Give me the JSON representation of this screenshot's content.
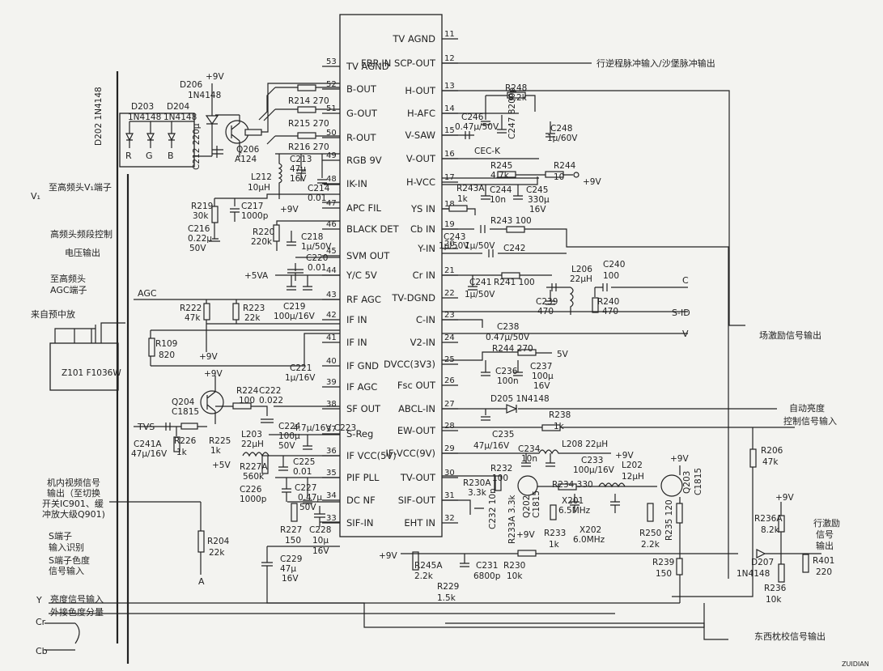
{
  "chip": {
    "left_pins": [
      {
        "num": "53",
        "label": "TV AGND"
      },
      {
        "num": "52",
        "label": "B-OUT"
      },
      {
        "num": "51",
        "label": "G-OUT"
      },
      {
        "num": "50",
        "label": "R-OUT"
      },
      {
        "num": "49",
        "label": "RGB 9V"
      },
      {
        "num": "48",
        "label": "IK-IN"
      },
      {
        "num": "47",
        "label": "APC FIL"
      },
      {
        "num": "46",
        "label": "BLACK DET"
      },
      {
        "num": "45",
        "label": "SVM OUT"
      },
      {
        "num": "44",
        "label": "Y/C 5V"
      },
      {
        "num": "43",
        "label": "RF AGC"
      },
      {
        "num": "42",
        "label": "IF IN"
      },
      {
        "num": "41",
        "label": "IF IN"
      },
      {
        "num": "40",
        "label": "IF GND"
      },
      {
        "num": "39",
        "label": "IF AGC"
      },
      {
        "num": "38",
        "label": "SF OUT"
      },
      {
        "num": "37",
        "label": "S-Reg"
      },
      {
        "num": "36",
        "label": "IF VCC(5V)"
      },
      {
        "num": "35",
        "label": "PIF PLL"
      },
      {
        "num": "34",
        "label": "DC NF"
      },
      {
        "num": "33",
        "label": "SIF-IN"
      }
    ],
    "right_pins": [
      {
        "num": "11",
        "label": "TV AGND"
      },
      {
        "num": "12",
        "label": "FBP-IN SCP-OUT"
      },
      {
        "num": "13",
        "label": "H-OUT"
      },
      {
        "num": "14",
        "label": "H-AFC"
      },
      {
        "num": "15",
        "label": "V-SAW"
      },
      {
        "num": "16",
        "label": "V-OUT"
      },
      {
        "num": "17",
        "label": "H-VCC"
      },
      {
        "num": "18",
        "label": "YS IN"
      },
      {
        "num": "19",
        "label": "Cb IN"
      },
      {
        "num": "20",
        "label": "Y-IN"
      },
      {
        "num": "21",
        "label": "Cr IN"
      },
      {
        "num": "22",
        "label": "TV-DGND"
      },
      {
        "num": "23",
        "label": "C-IN"
      },
      {
        "num": "24",
        "label": "V2-IN"
      },
      {
        "num": "25",
        "label": "DVCC(3V3)"
      },
      {
        "num": "26",
        "label": "Fsc OUT"
      },
      {
        "num": "27",
        "label": "ABCL-IN"
      },
      {
        "num": "28",
        "label": "EW-OUT"
      },
      {
        "num": "29",
        "label": "IF-VCC(9V)"
      },
      {
        "num": "30",
        "label": "TV-OUT"
      },
      {
        "num": "31",
        "label": "SIF-OUT"
      },
      {
        "num": "32",
        "label": "EHT IN"
      }
    ]
  },
  "signals": [
    {
      "id": "flyback",
      "text": "行逆程脉冲输入/沙堡脉冲输出"
    },
    {
      "id": "vt",
      "text": "至高频头V₁端子"
    },
    {
      "id": "vt_sym",
      "text": "V₁"
    },
    {
      "id": "band1",
      "text": "高频头频段控制"
    },
    {
      "id": "band2",
      "text": "电压输出"
    },
    {
      "id": "agc1",
      "text": "至高频头"
    },
    {
      "id": "agc2",
      "text": "AGC端子"
    },
    {
      "id": "agc",
      "text": "AGC"
    },
    {
      "id": "preamp",
      "text": "来自预中放"
    },
    {
      "id": "field",
      "text": "场激励信号输出"
    },
    {
      "id": "abl1",
      "text": "自动亮度"
    },
    {
      "id": "abl2",
      "text": "控制信号输入"
    },
    {
      "id": "hdrv1",
      "text": "行激励"
    },
    {
      "id": "hdrv2",
      "text": "信号"
    },
    {
      "id": "hdrv3",
      "text": "输出"
    },
    {
      "id": "ew",
      "text": "东西枕校信号输出"
    },
    {
      "id": "vid1",
      "text": "机内视频信号"
    },
    {
      "id": "vid2",
      "text": "输出（至切换"
    },
    {
      "id": "vid3",
      "text": "开关IC901、缓"
    },
    {
      "id": "vid4",
      "text": "冲放大级Q901)"
    },
    {
      "id": "sid1",
      "text": "S端子"
    },
    {
      "id": "sid2",
      "text": "输入识别"
    },
    {
      "id": "sc1",
      "text": "S端子色度"
    },
    {
      "id": "sc2",
      "text": "信号输入"
    },
    {
      "id": "luma",
      "text": "亮度信号输入"
    },
    {
      "id": "ext",
      "text": "外接色度分量"
    },
    {
      "id": "Y",
      "text": "Y"
    },
    {
      "id": "Cr",
      "text": "Cr"
    },
    {
      "id": "Cb",
      "text": "Cb"
    },
    {
      "id": "C",
      "text": "C"
    },
    {
      "id": "SID",
      "text": "S-ID"
    },
    {
      "id": "V",
      "text": "V"
    },
    {
      "id": "A",
      "text": "A"
    },
    {
      "id": "TVS",
      "text": "TVS"
    },
    {
      "id": "R",
      "text": "R"
    },
    {
      "id": "G",
      "text": "G"
    },
    {
      "id": "B",
      "text": "B"
    },
    {
      "id": "watermark",
      "text": "ZUIDIAN"
    }
  ],
  "components": [
    {
      "id": "D206",
      "text": "D206"
    },
    {
      "id": "D206v",
      "text": "1N4148"
    },
    {
      "id": "D203",
      "text": "D203"
    },
    {
      "id": "D203v",
      "text": "1N4148"
    },
    {
      "id": "D204",
      "text": "D204"
    },
    {
      "id": "D204v",
      "text": "1N4148"
    },
    {
      "id": "D202",
      "text": "D202 1N4148"
    },
    {
      "id": "C212",
      "text": "C212 220μ"
    },
    {
      "id": "Q206",
      "text": "Q206"
    },
    {
      "id": "Q206v",
      "text": "A124"
    },
    {
      "id": "R214",
      "text": "R214 270"
    },
    {
      "id": "R215",
      "text": "R215 270"
    },
    {
      "id": "R216",
      "text": "R216 270"
    },
    {
      "id": "L212",
      "text": "L212"
    },
    {
      "id": "L212v",
      "text": "10μH"
    },
    {
      "id": "C213",
      "text": "C213"
    },
    {
      "id": "C213v",
      "text": "47μ"
    },
    {
      "id": "C213v2",
      "text": "16V"
    },
    {
      "id": "C214",
      "text": "C214"
    },
    {
      "id": "C214v",
      "text": "0.01"
    },
    {
      "id": "R219",
      "text": "R219"
    },
    {
      "id": "R219v",
      "text": "30k"
    },
    {
      "id": "C217",
      "text": "C217"
    },
    {
      "id": "C217v",
      "text": "1000p"
    },
    {
      "id": "C216",
      "text": "C216"
    },
    {
      "id": "C216v",
      "text": "0.22μ"
    },
    {
      "id": "C216v2",
      "text": "50V"
    },
    {
      "id": "R220",
      "text": "R220"
    },
    {
      "id": "R220v",
      "text": "220k"
    },
    {
      "id": "C218",
      "text": "C218"
    },
    {
      "id": "C218v",
      "text": "1μ/50V"
    },
    {
      "id": "C220",
      "text": "C220"
    },
    {
      "id": "C220v",
      "text": "0.01"
    },
    {
      "id": "C219",
      "text": "C219"
    },
    {
      "id": "C219v",
      "text": "100μ/16V"
    },
    {
      "id": "R222",
      "text": "R222"
    },
    {
      "id": "R222v",
      "text": "47k"
    },
    {
      "id": "R223",
      "text": "R223"
    },
    {
      "id": "R223v",
      "text": "22k"
    },
    {
      "id": "R109",
      "text": "R109"
    },
    {
      "id": "R109v",
      "text": "820"
    },
    {
      "id": "Z101",
      "text": "Z101 F1036W"
    },
    {
      "id": "C221",
      "text": "C221"
    },
    {
      "id": "C221v",
      "text": "1μ/16V"
    },
    {
      "id": "R224",
      "text": "R224"
    },
    {
      "id": "R224v",
      "text": "100"
    },
    {
      "id": "C222",
      "text": "C222"
    },
    {
      "id": "C222v",
      "text": "0.022"
    },
    {
      "id": "Q204",
      "text": "Q204"
    },
    {
      "id": "Q204v",
      "text": "C1815"
    },
    {
      "id": "C224",
      "text": "C224"
    },
    {
      "id": "C224v",
      "text": "100μ"
    },
    {
      "id": "C224v2",
      "text": "50V"
    },
    {
      "id": "C223",
      "text": "4.7μ/16V C223"
    },
    {
      "id": "L203",
      "text": "L203"
    },
    {
      "id": "L203v",
      "text": "22μH"
    },
    {
      "id": "C225",
      "text": "C225"
    },
    {
      "id": "C225v",
      "text": "0.01"
    },
    {
      "id": "R227A",
      "text": "R227A"
    },
    {
      "id": "R227Av",
      "text": "560k"
    },
    {
      "id": "C226",
      "text": "C226"
    },
    {
      "id": "C226v",
      "text": "1000p"
    },
    {
      "id": "C227",
      "text": "C227"
    },
    {
      "id": "C227v",
      "text": "0.47μ"
    },
    {
      "id": "C227v2",
      "text": "50V"
    },
    {
      "id": "R227",
      "text": "R227"
    },
    {
      "id": "R227v",
      "text": "150"
    },
    {
      "id": "C228",
      "text": "C228"
    },
    {
      "id": "C228v",
      "text": "10μ"
    },
    {
      "id": "C228v2",
      "text": "16V"
    },
    {
      "id": "C241A",
      "text": "C241A"
    },
    {
      "id": "C241Av",
      "text": "47μ/16V"
    },
    {
      "id": "R226",
      "text": "R226"
    },
    {
      "id": "R226v",
      "text": "1k"
    },
    {
      "id": "R225",
      "text": "R225"
    },
    {
      "id": "R225v",
      "text": "1k"
    },
    {
      "id": "R204",
      "text": "R204"
    },
    {
      "id": "R204v",
      "text": "22k"
    },
    {
      "id": "C229",
      "text": "C229"
    },
    {
      "id": "C229v",
      "text": "47μ"
    },
    {
      "id": "C229v2",
      "text": "16V"
    },
    {
      "id": "R248",
      "text": "R248"
    },
    {
      "id": "R248v",
      "text": "8.2k"
    },
    {
      "id": "C246",
      "text": "C246"
    },
    {
      "id": "C246v",
      "text": "0.47μ/50V"
    },
    {
      "id": "C247",
      "text": "C247 8200p"
    },
    {
      "id": "C248",
      "text": "C248"
    },
    {
      "id": "C248v",
      "text": "1μ/60V"
    },
    {
      "id": "CEC",
      "text": "CEC-K"
    },
    {
      "id": "R245",
      "text": "R245"
    },
    {
      "id": "R245v",
      "text": "4.7k"
    },
    {
      "id": "R244",
      "text": "R244"
    },
    {
      "id": "R244v",
      "text": "10"
    },
    {
      "id": "R243A",
      "text": "R243A"
    },
    {
      "id": "R243Av",
      "text": "1k"
    },
    {
      "id": "C244",
      "text": "C244"
    },
    {
      "id": "C244v",
      "text": "10n"
    },
    {
      "id": "C245",
      "text": "C245"
    },
    {
      "id": "C245v",
      "text": "330μ"
    },
    {
      "id": "C245v2",
      "text": "16V"
    },
    {
      "id": "R243",
      "text": "R243 100"
    },
    {
      "id": "C243",
      "text": "C243"
    },
    {
      "id": "C242",
      "text": "C242"
    },
    {
      "id": "C242v",
      "text": "1μ/50V"
    },
    {
      "id": "C243v",
      "text": "1μ/50V"
    },
    {
      "id": "R241",
      "text": "R241 100"
    },
    {
      "id": "C241",
      "text": "C241"
    },
    {
      "id": "C241v",
      "text": "1μ/50V"
    },
    {
      "id": "L206",
      "text": "L206"
    },
    {
      "id": "L206v",
      "text": "22μH"
    },
    {
      "id": "C240",
      "text": "C240"
    },
    {
      "id": "C240v",
      "text": "100"
    },
    {
      "id": "C239",
      "text": "C239"
    },
    {
      "id": "C239v",
      "text": "470"
    },
    {
      "id": "R240",
      "text": "R240"
    },
    {
      "id": "R240v",
      "text": "470"
    },
    {
      "id": "C238",
      "text": "C238"
    },
    {
      "id": "C238v",
      "text": "0.47μ/50V"
    },
    {
      "id": "R244b",
      "text": "R244 270"
    },
    {
      "id": "C236",
      "text": "C236"
    },
    {
      "id": "C236v",
      "text": "100n"
    },
    {
      "id": "C237",
      "text": "C237"
    },
    {
      "id": "C237v",
      "text": "100μ"
    },
    {
      "id": "C237v2",
      "text": "16V"
    },
    {
      "id": "D205",
      "text": "D205 1N4148"
    },
    {
      "id": "R238",
      "text": "R238"
    },
    {
      "id": "R238v",
      "text": "1k"
    },
    {
      "id": "C235",
      "text": "C235"
    },
    {
      "id": "C235v",
      "text": "47μ/16V"
    },
    {
      "id": "C234",
      "text": "C234"
    },
    {
      "id": "C234v",
      "text": "10n"
    },
    {
      "id": "L208",
      "text": "L208 22μH"
    },
    {
      "id": "C233",
      "text": "C233"
    },
    {
      "id": "C233v",
      "text": "100μ/16V"
    },
    {
      "id": "L202",
      "text": "L202"
    },
    {
      "id": "L202v",
      "text": "12μH"
    },
    {
      "id": "R232",
      "text": "R232"
    },
    {
      "id": "R232v",
      "text": "100"
    },
    {
      "id": "R234",
      "text": "R234 330"
    },
    {
      "id": "R230A",
      "text": "R230A"
    },
    {
      "id": "R230Av",
      "text": "3.3k"
    },
    {
      "id": "C232",
      "text": "C232 10n"
    },
    {
      "id": "R233A",
      "text": "R233A 3.3k"
    },
    {
      "id": "Q202",
      "text": "Q202"
    },
    {
      "id": "Q202v",
      "text": "C1815"
    },
    {
      "id": "X201",
      "text": "X201"
    },
    {
      "id": "X201v",
      "text": "6.5MHz"
    },
    {
      "id": "X202",
      "text": "X202"
    },
    {
      "id": "X202v",
      "text": "6.0MHz"
    },
    {
      "id": "R233",
      "text": "R233"
    },
    {
      "id": "R233v",
      "text": "1k"
    },
    {
      "id": "R250",
      "text": "R250"
    },
    {
      "id": "R250v",
      "text": "2.2k"
    },
    {
      "id": "R235",
      "text": "R235 120"
    },
    {
      "id": "Q203",
      "text": "Q203"
    },
    {
      "id": "Q203v",
      "text": "C1815"
    },
    {
      "id": "R239",
      "text": "R239"
    },
    {
      "id": "R239v",
      "text": "150"
    },
    {
      "id": "R245A",
      "text": "R245A"
    },
    {
      "id": "R245Av",
      "text": "2.2k"
    },
    {
      "id": "R229",
      "text": "R229"
    },
    {
      "id": "R229v",
      "text": "1.5k"
    },
    {
      "id": "C231",
      "text": "C231"
    },
    {
      "id": "C231v",
      "text": "6800p"
    },
    {
      "id": "R230",
      "text": "R230"
    },
    {
      "id": "R230v",
      "text": "10k"
    },
    {
      "id": "R206",
      "text": "R206"
    },
    {
      "id": "R206v",
      "text": "47k"
    },
    {
      "id": "R236A",
      "text": "R236A"
    },
    {
      "id": "R236Av",
      "text": "8.2k"
    },
    {
      "id": "D207",
      "text": "D207"
    },
    {
      "id": "D207v",
      "text": "1N4148"
    },
    {
      "id": "R236",
      "text": "R236"
    },
    {
      "id": "R236v",
      "text": "10k"
    },
    {
      "id": "R401",
      "text": "R401"
    },
    {
      "id": "R401v",
      "text": "220"
    }
  ],
  "supplies": [
    {
      "id": "p9a",
      "text": "+9V"
    },
    {
      "id": "p9b",
      "text": "+9V"
    },
    {
      "id": "p9c",
      "text": "+9V"
    },
    {
      "id": "p9d",
      "text": "+9V"
    },
    {
      "id": "p9e",
      "text": "+9V"
    },
    {
      "id": "p9f",
      "text": "+9V"
    },
    {
      "id": "p9g",
      "text": "+9V"
    },
    {
      "id": "p9h",
      "text": "+9V"
    },
    {
      "id": "p9i",
      "text": "+9V"
    },
    {
      "id": "p9j",
      "text": "+9V"
    },
    {
      "id": "p5va",
      "text": "+5VA"
    },
    {
      "id": "p5v",
      "text": "+5V"
    },
    {
      "id": "v5",
      "text": "5V"
    }
  ]
}
